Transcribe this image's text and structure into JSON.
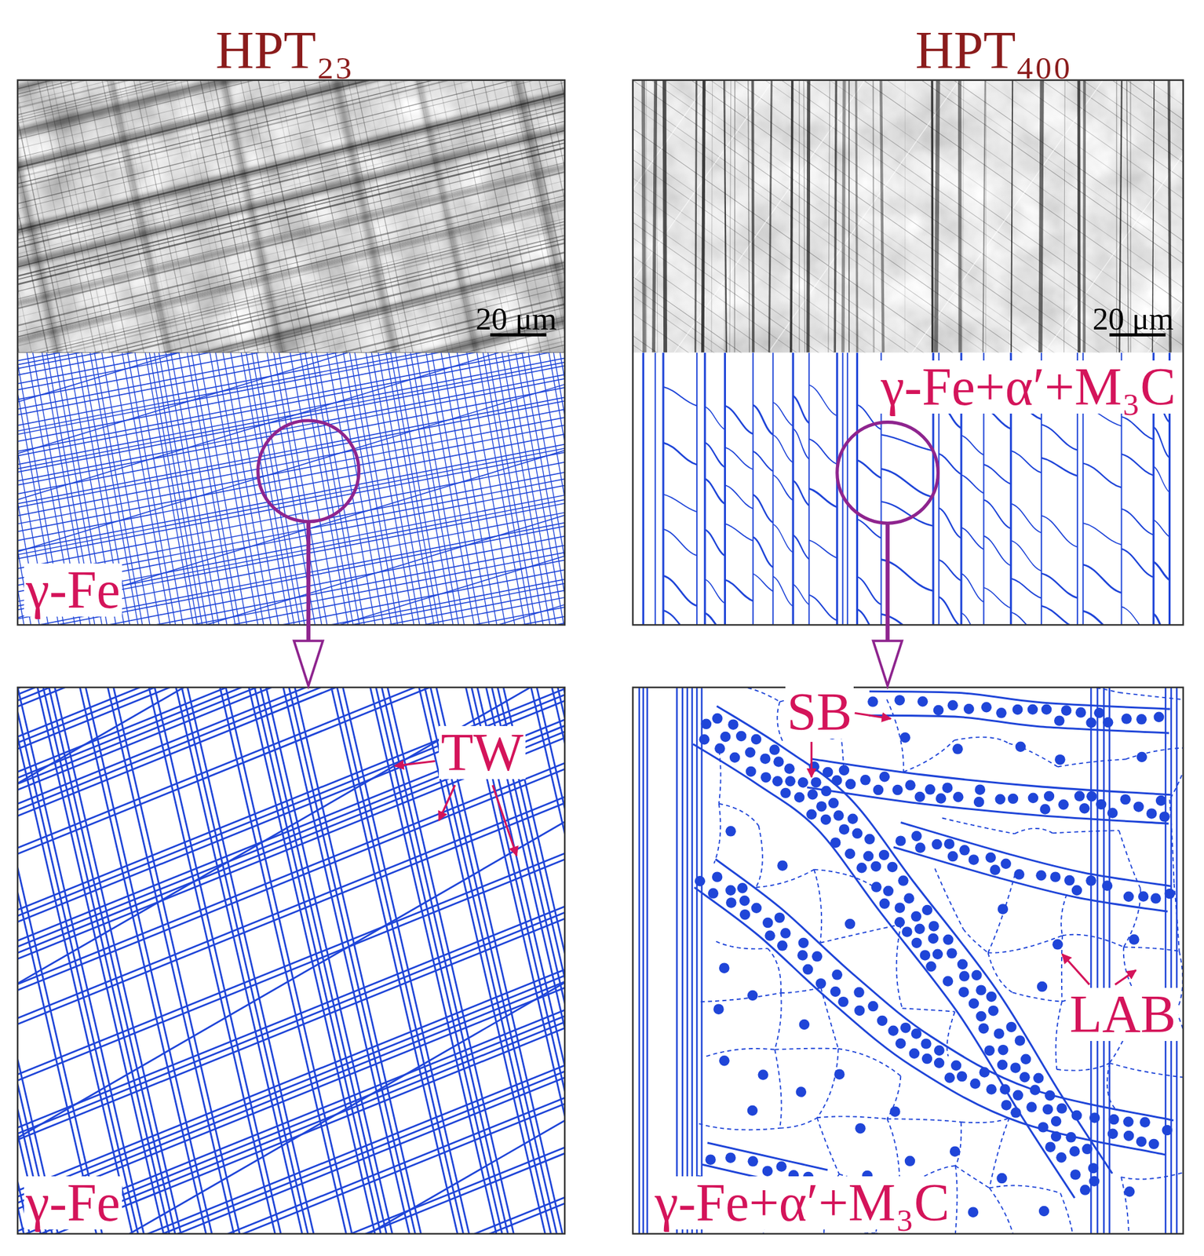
{
  "diagram": {
    "labels": [
      "HPT₂₃",
      "HPT₄₀₀",
      "20 μm",
      "20 μm",
      "γ-Fe",
      "γ-Fe+α′+M₃C",
      "TW",
      "γ-Fe",
      "SB",
      "LAB",
      "γ-Fe+α′+M₃C"
    ]
  }
}
